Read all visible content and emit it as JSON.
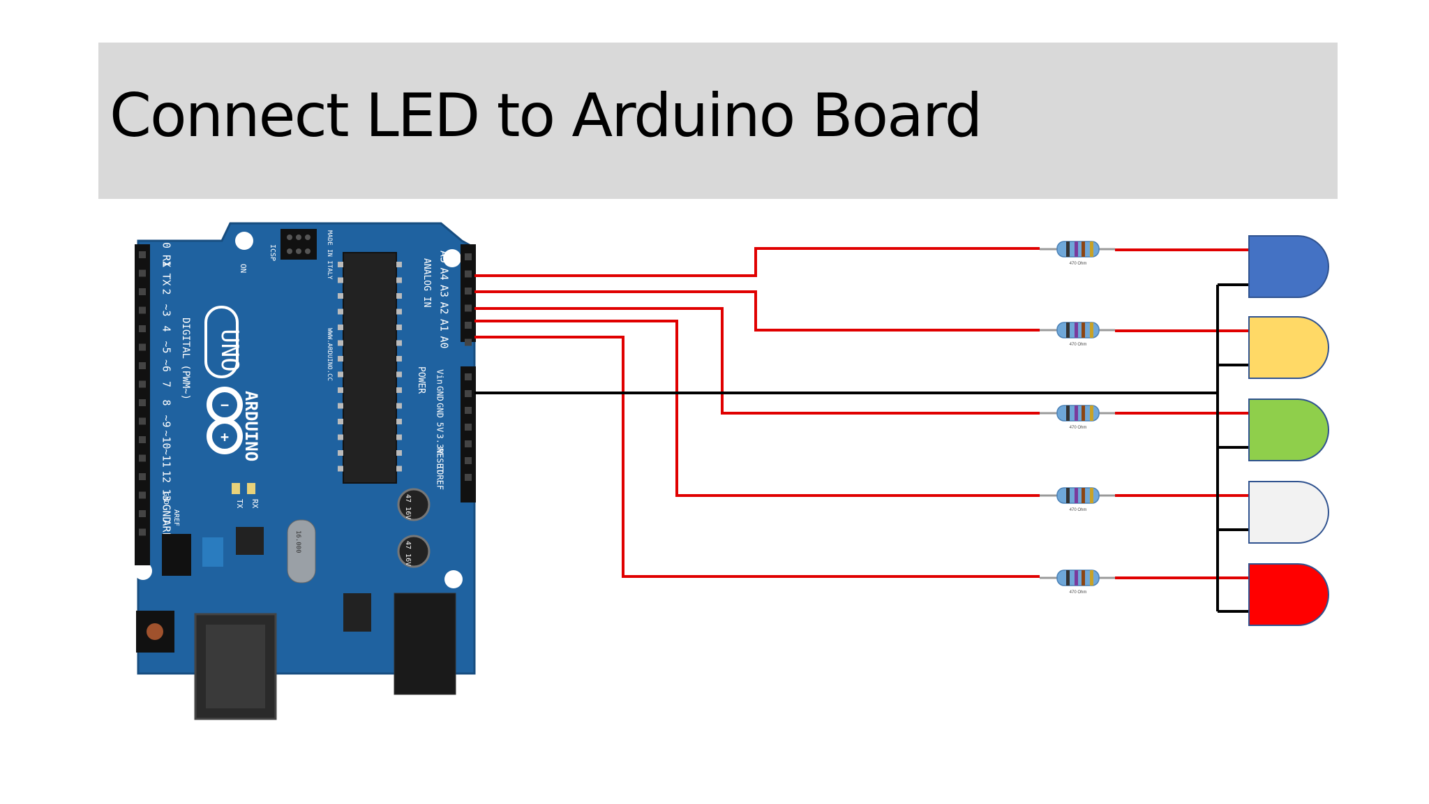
{
  "slide": {
    "title": "Connect LED to Arduino Board"
  },
  "board": {
    "model": "UNO",
    "brand": "ARDUINO",
    "icsp": "ICSP",
    "on_label": "ON",
    "made_in": "MADE IN ITALY",
    "website": "WWW.ARDUINO.CC",
    "digital_header_label": "DIGITAL (PWM~)",
    "analog_header_label": "ANALOG IN",
    "power_header_label": "POWER",
    "tx": "TX",
    "rx": "RX",
    "aref": "AREF",
    "gnd": "GND",
    "digital_pins": [
      "0 RX",
      "1 TX",
      "2",
      "~3",
      "4",
      "~5",
      "~6",
      "7",
      "8",
      "~9",
      "~10",
      "~11",
      "12",
      "13",
      "GND",
      "AREF"
    ],
    "analog_pins": [
      "A5",
      "A4",
      "A3",
      "A2",
      "A1",
      "A0"
    ],
    "power_pins": [
      "Vin",
      "GND",
      "GND",
      "5V",
      "3.3V",
      "RESET",
      "IOREF"
    ],
    "capacitor_text": "47 16V",
    "crystal_text": "16.000"
  },
  "resistors": [
    {
      "label": "470 Ohm"
    },
    {
      "label": "470 Ohm"
    },
    {
      "label": "470 Ohm"
    },
    {
      "label": "470 Ohm"
    },
    {
      "label": "470 Ohm"
    }
  ],
  "leds": [
    {
      "name": "blue",
      "color": "#4472c4"
    },
    {
      "name": "yellow",
      "color": "#ffd966"
    },
    {
      "name": "green",
      "color": "#8fcf4b"
    },
    {
      "name": "white",
      "color": "#f2f2f2"
    },
    {
      "name": "red",
      "color": "#ff0000"
    }
  ],
  "colors": {
    "signal_wire": "#e00000",
    "ground_wire": "#000000",
    "board_blue": "#1f62a0",
    "led_outline": "#2f528f"
  }
}
